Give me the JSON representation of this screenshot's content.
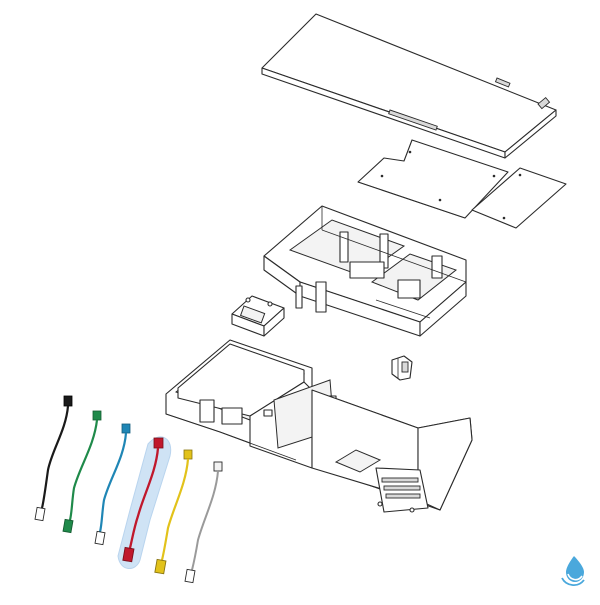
{
  "diagram": {
    "parts": [
      {
        "name": "top-cover"
      },
      {
        "name": "service-panel"
      },
      {
        "name": "side-panel"
      },
      {
        "name": "inner-frame"
      },
      {
        "name": "terminal-cover"
      },
      {
        "name": "bracket-clip"
      },
      {
        "name": "base-chassis"
      }
    ],
    "sensors": [
      {
        "name": "sensor-black",
        "color": "#1a1a1a"
      },
      {
        "name": "sensor-green",
        "color": "#1f8a4a"
      },
      {
        "name": "sensor-blue",
        "color": "#1f86b5"
      },
      {
        "name": "sensor-red",
        "color": "#c0182c"
      },
      {
        "name": "sensor-yellow",
        "color": "#e2c21a"
      },
      {
        "name": "sensor-white",
        "color": "#f2f2f2"
      }
    ],
    "highlight": {
      "target": "sensor-red",
      "color": "#cfe3f5"
    },
    "brand_icon": "droplet-icon",
    "brand_color": "#4aa8dc"
  }
}
